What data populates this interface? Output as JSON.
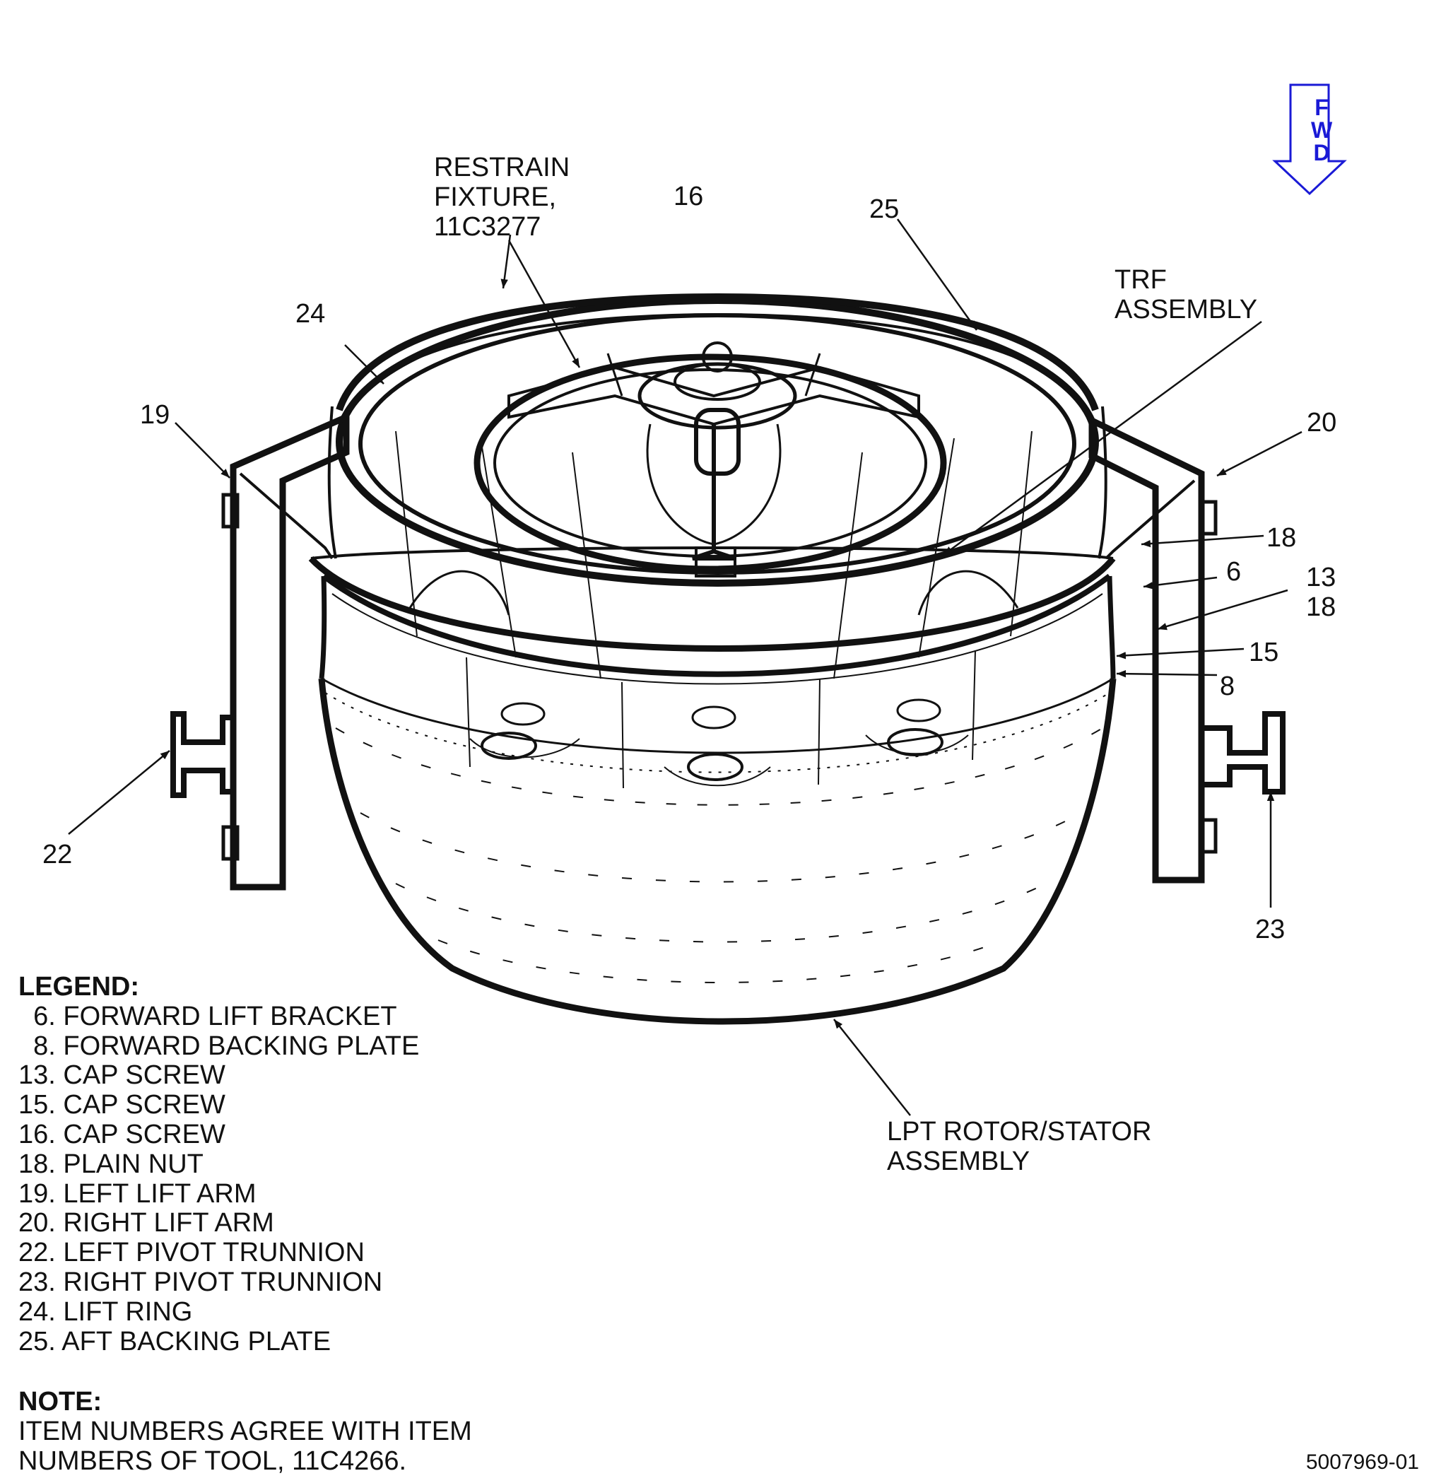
{
  "labels": {
    "restrain_fixture": "RESTRAIN\nFIXTURE,\n11C3277",
    "trf_assembly": "TRF\nASSEMBLY",
    "lpt_assembly": "LPT ROTOR/STATOR\nASSEMBLY",
    "n16": "16",
    "n25": "25",
    "n24": "24",
    "n19": "19",
    "n20": "20",
    "n18a": "18",
    "n6": "6",
    "n13": "13",
    "n18b": "18",
    "n15": "15",
    "n8": "8",
    "n22": "22",
    "n23": "23"
  },
  "fwd": {
    "letters": [
      "F",
      "W",
      "D"
    ],
    "color": "#1a1ad6"
  },
  "legend": {
    "title": "LEGEND:",
    "items": [
      "  6. FORWARD LIFT BRACKET",
      "  8. FORWARD BACKING PLATE",
      "13. CAP SCREW",
      "15. CAP SCREW",
      "16. CAP SCREW",
      "18. PLAIN NUT",
      "19. LEFT LIFT ARM",
      "20. RIGHT LIFT ARM",
      "22. LEFT PIVOT TRUNNION",
      "23. RIGHT PIVOT TRUNNION",
      "24. LIFT RING",
      "25. AFT BACKING PLATE"
    ]
  },
  "note": {
    "title": "NOTE:",
    "text": "ITEM NUMBERS AGREE WITH ITEM\nNUMBERS OF TOOL, 11C4266."
  },
  "drawing_number": "5007969-01"
}
